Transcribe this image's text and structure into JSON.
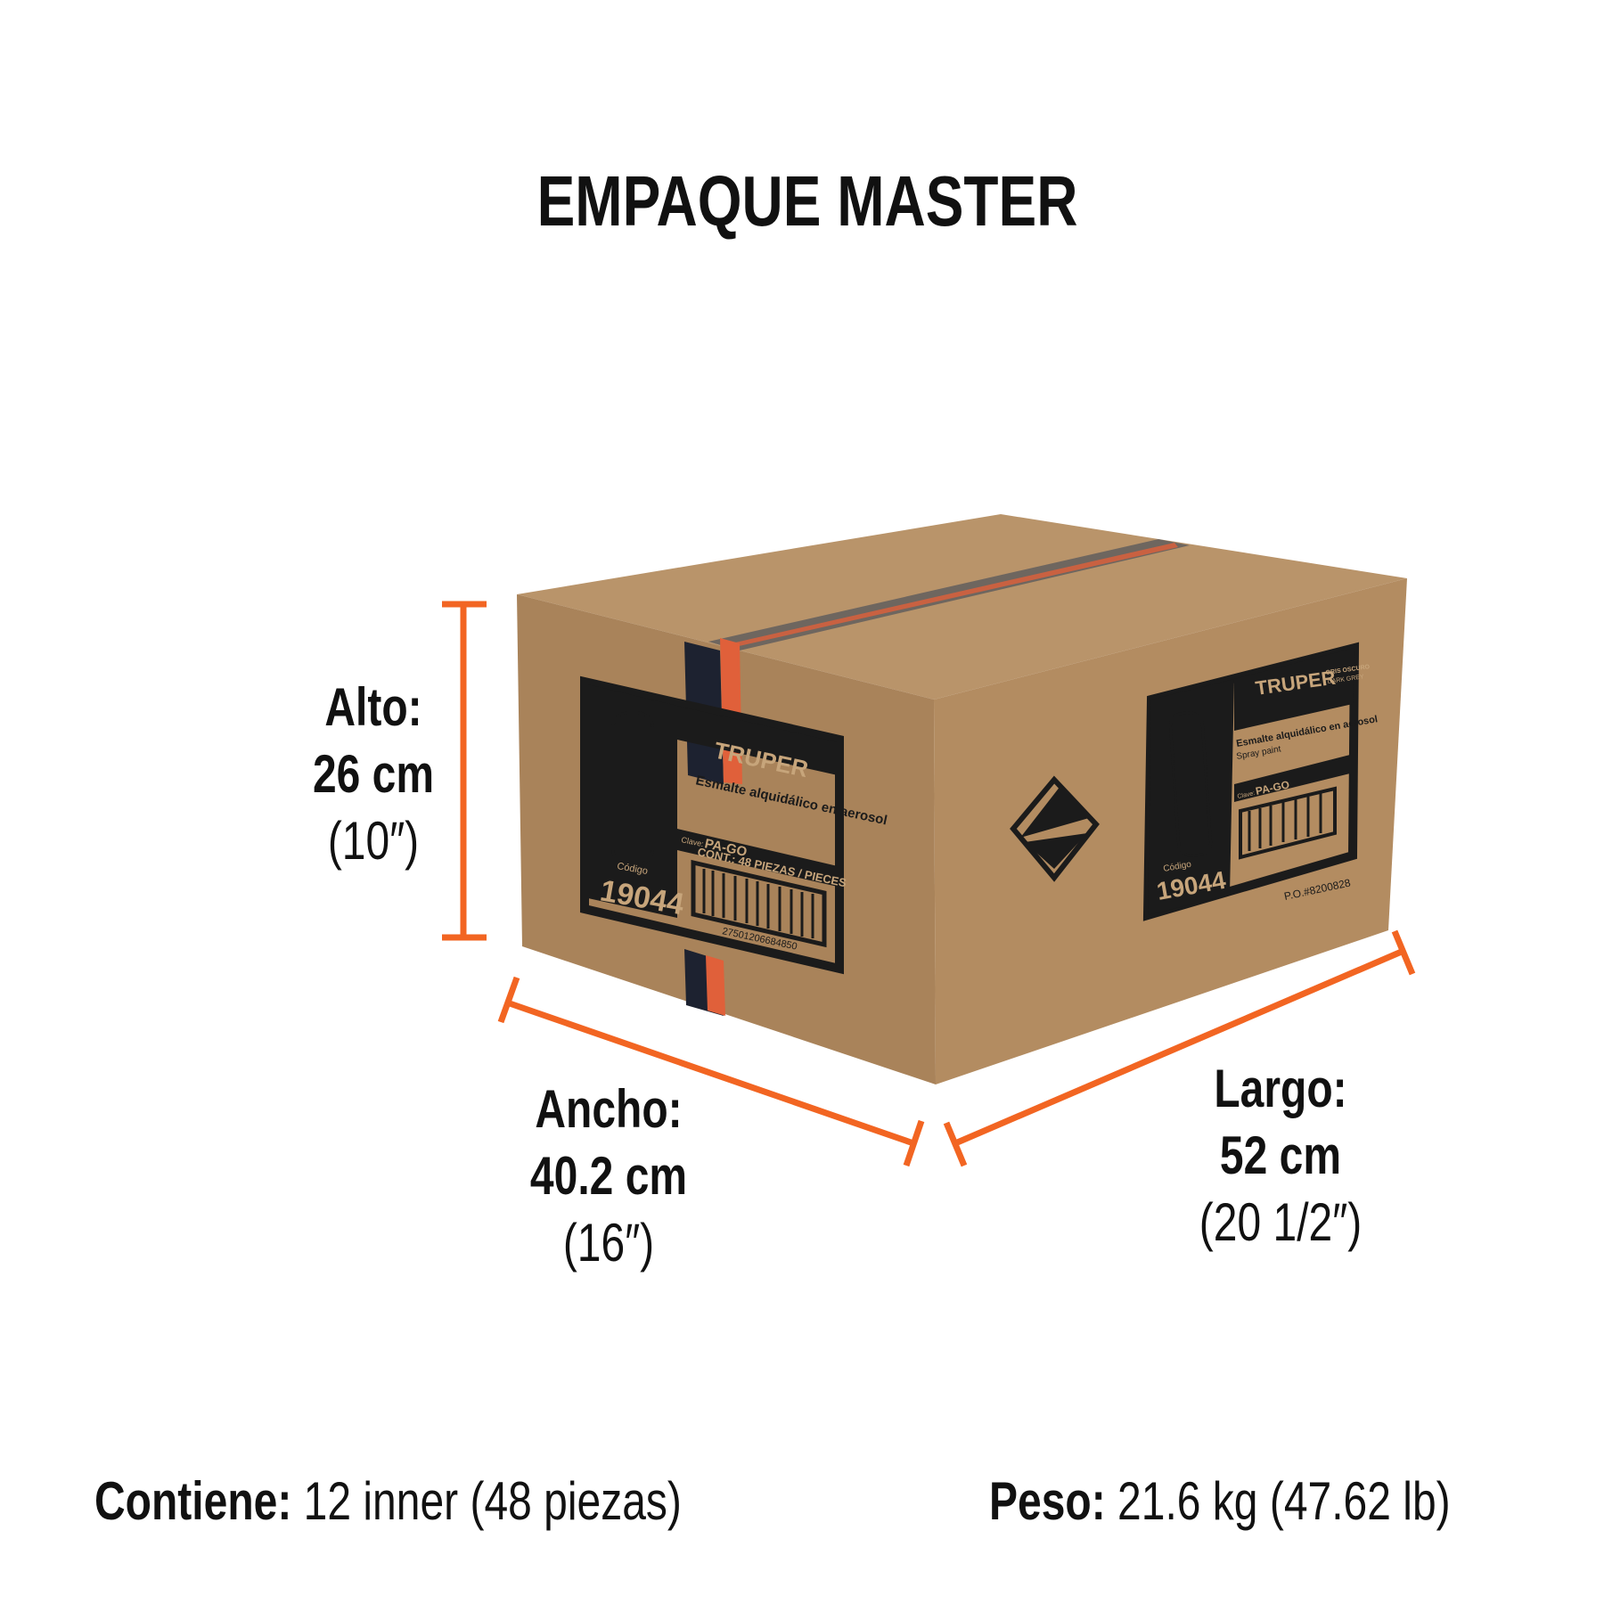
{
  "title": "EMPAQUE MASTER",
  "accent_color": "#f26522",
  "dimensions": {
    "alto": {
      "label": "Alto:",
      "metric": "26 cm",
      "imperial": "(10″)"
    },
    "ancho": {
      "label": "Ancho:",
      "metric": "40.2 cm",
      "imperial": "(16″)"
    },
    "largo": {
      "label": "Largo:",
      "metric": "52 cm",
      "imperial": "(20 1/2″)"
    }
  },
  "footer": {
    "contiene_label": "Contiene:",
    "contiene_value": "12 inner (48 piezas)",
    "peso_label": "Peso:",
    "peso_value": "21.6 kg (47.62 lb)"
  },
  "box_label": {
    "brand": "TRUPER",
    "color_es": "GRIS OSCURO",
    "color_en": "DARK GREY",
    "product_es": "Esmalte alquidálico en aerosol",
    "product_en": "Spray paint",
    "clave_label": "Clave:",
    "clave": "PA-GO",
    "contents": "CONT.: 48 PIEZAS / PIECES",
    "barcode": "27501206684850",
    "codigo_label": "Código",
    "codigo": "19044",
    "po": "P.O.#8200828"
  }
}
